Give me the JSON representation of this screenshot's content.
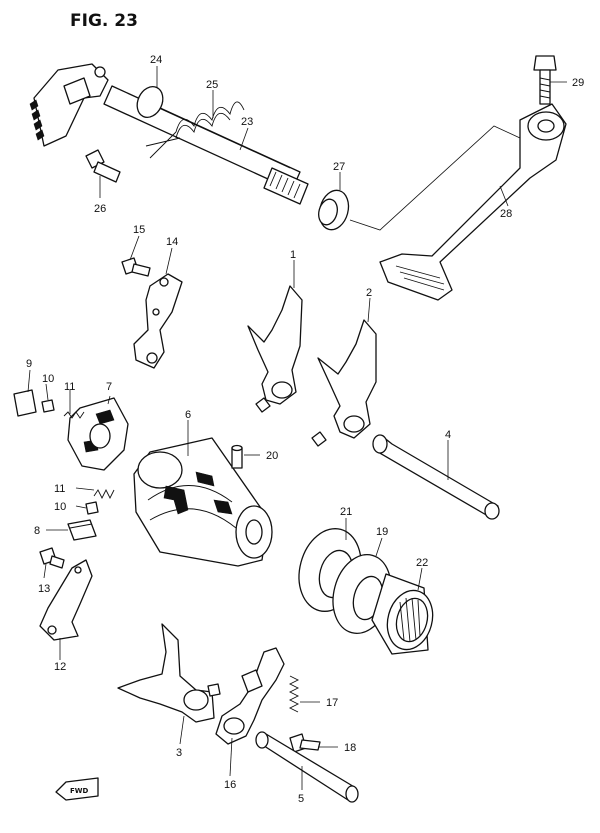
{
  "figure": {
    "title": "FIG. 23"
  },
  "callouts": [
    {
      "id": "p1",
      "text": "1"
    },
    {
      "id": "p2",
      "text": "2"
    },
    {
      "id": "p3",
      "text": "3"
    },
    {
      "id": "p4",
      "text": "4"
    },
    {
      "id": "p5",
      "text": "5"
    },
    {
      "id": "p6",
      "text": "6"
    },
    {
      "id": "p7",
      "text": "7"
    },
    {
      "id": "p8",
      "text": "8"
    },
    {
      "id": "p9",
      "text": "9"
    },
    {
      "id": "p10a",
      "text": "10"
    },
    {
      "id": "p10b",
      "text": "10"
    },
    {
      "id": "p11a",
      "text": "11"
    },
    {
      "id": "p11b",
      "text": "11"
    },
    {
      "id": "p12",
      "text": "12"
    },
    {
      "id": "p13",
      "text": "13"
    },
    {
      "id": "p14",
      "text": "14"
    },
    {
      "id": "p15",
      "text": "15"
    },
    {
      "id": "p16",
      "text": "16"
    },
    {
      "id": "p17",
      "text": "17"
    },
    {
      "id": "p18",
      "text": "18"
    },
    {
      "id": "p19",
      "text": "19"
    },
    {
      "id": "p20",
      "text": "20"
    },
    {
      "id": "p21",
      "text": "21"
    },
    {
      "id": "p22",
      "text": "22"
    },
    {
      "id": "p23",
      "text": "23"
    },
    {
      "id": "p24",
      "text": "24"
    },
    {
      "id": "p25",
      "text": "25"
    },
    {
      "id": "p26",
      "text": "26"
    },
    {
      "id": "p27",
      "text": "27"
    },
    {
      "id": "p28",
      "text": "28"
    },
    {
      "id": "p29",
      "text": "29"
    }
  ],
  "direction_marker": {
    "text": "FWD"
  }
}
